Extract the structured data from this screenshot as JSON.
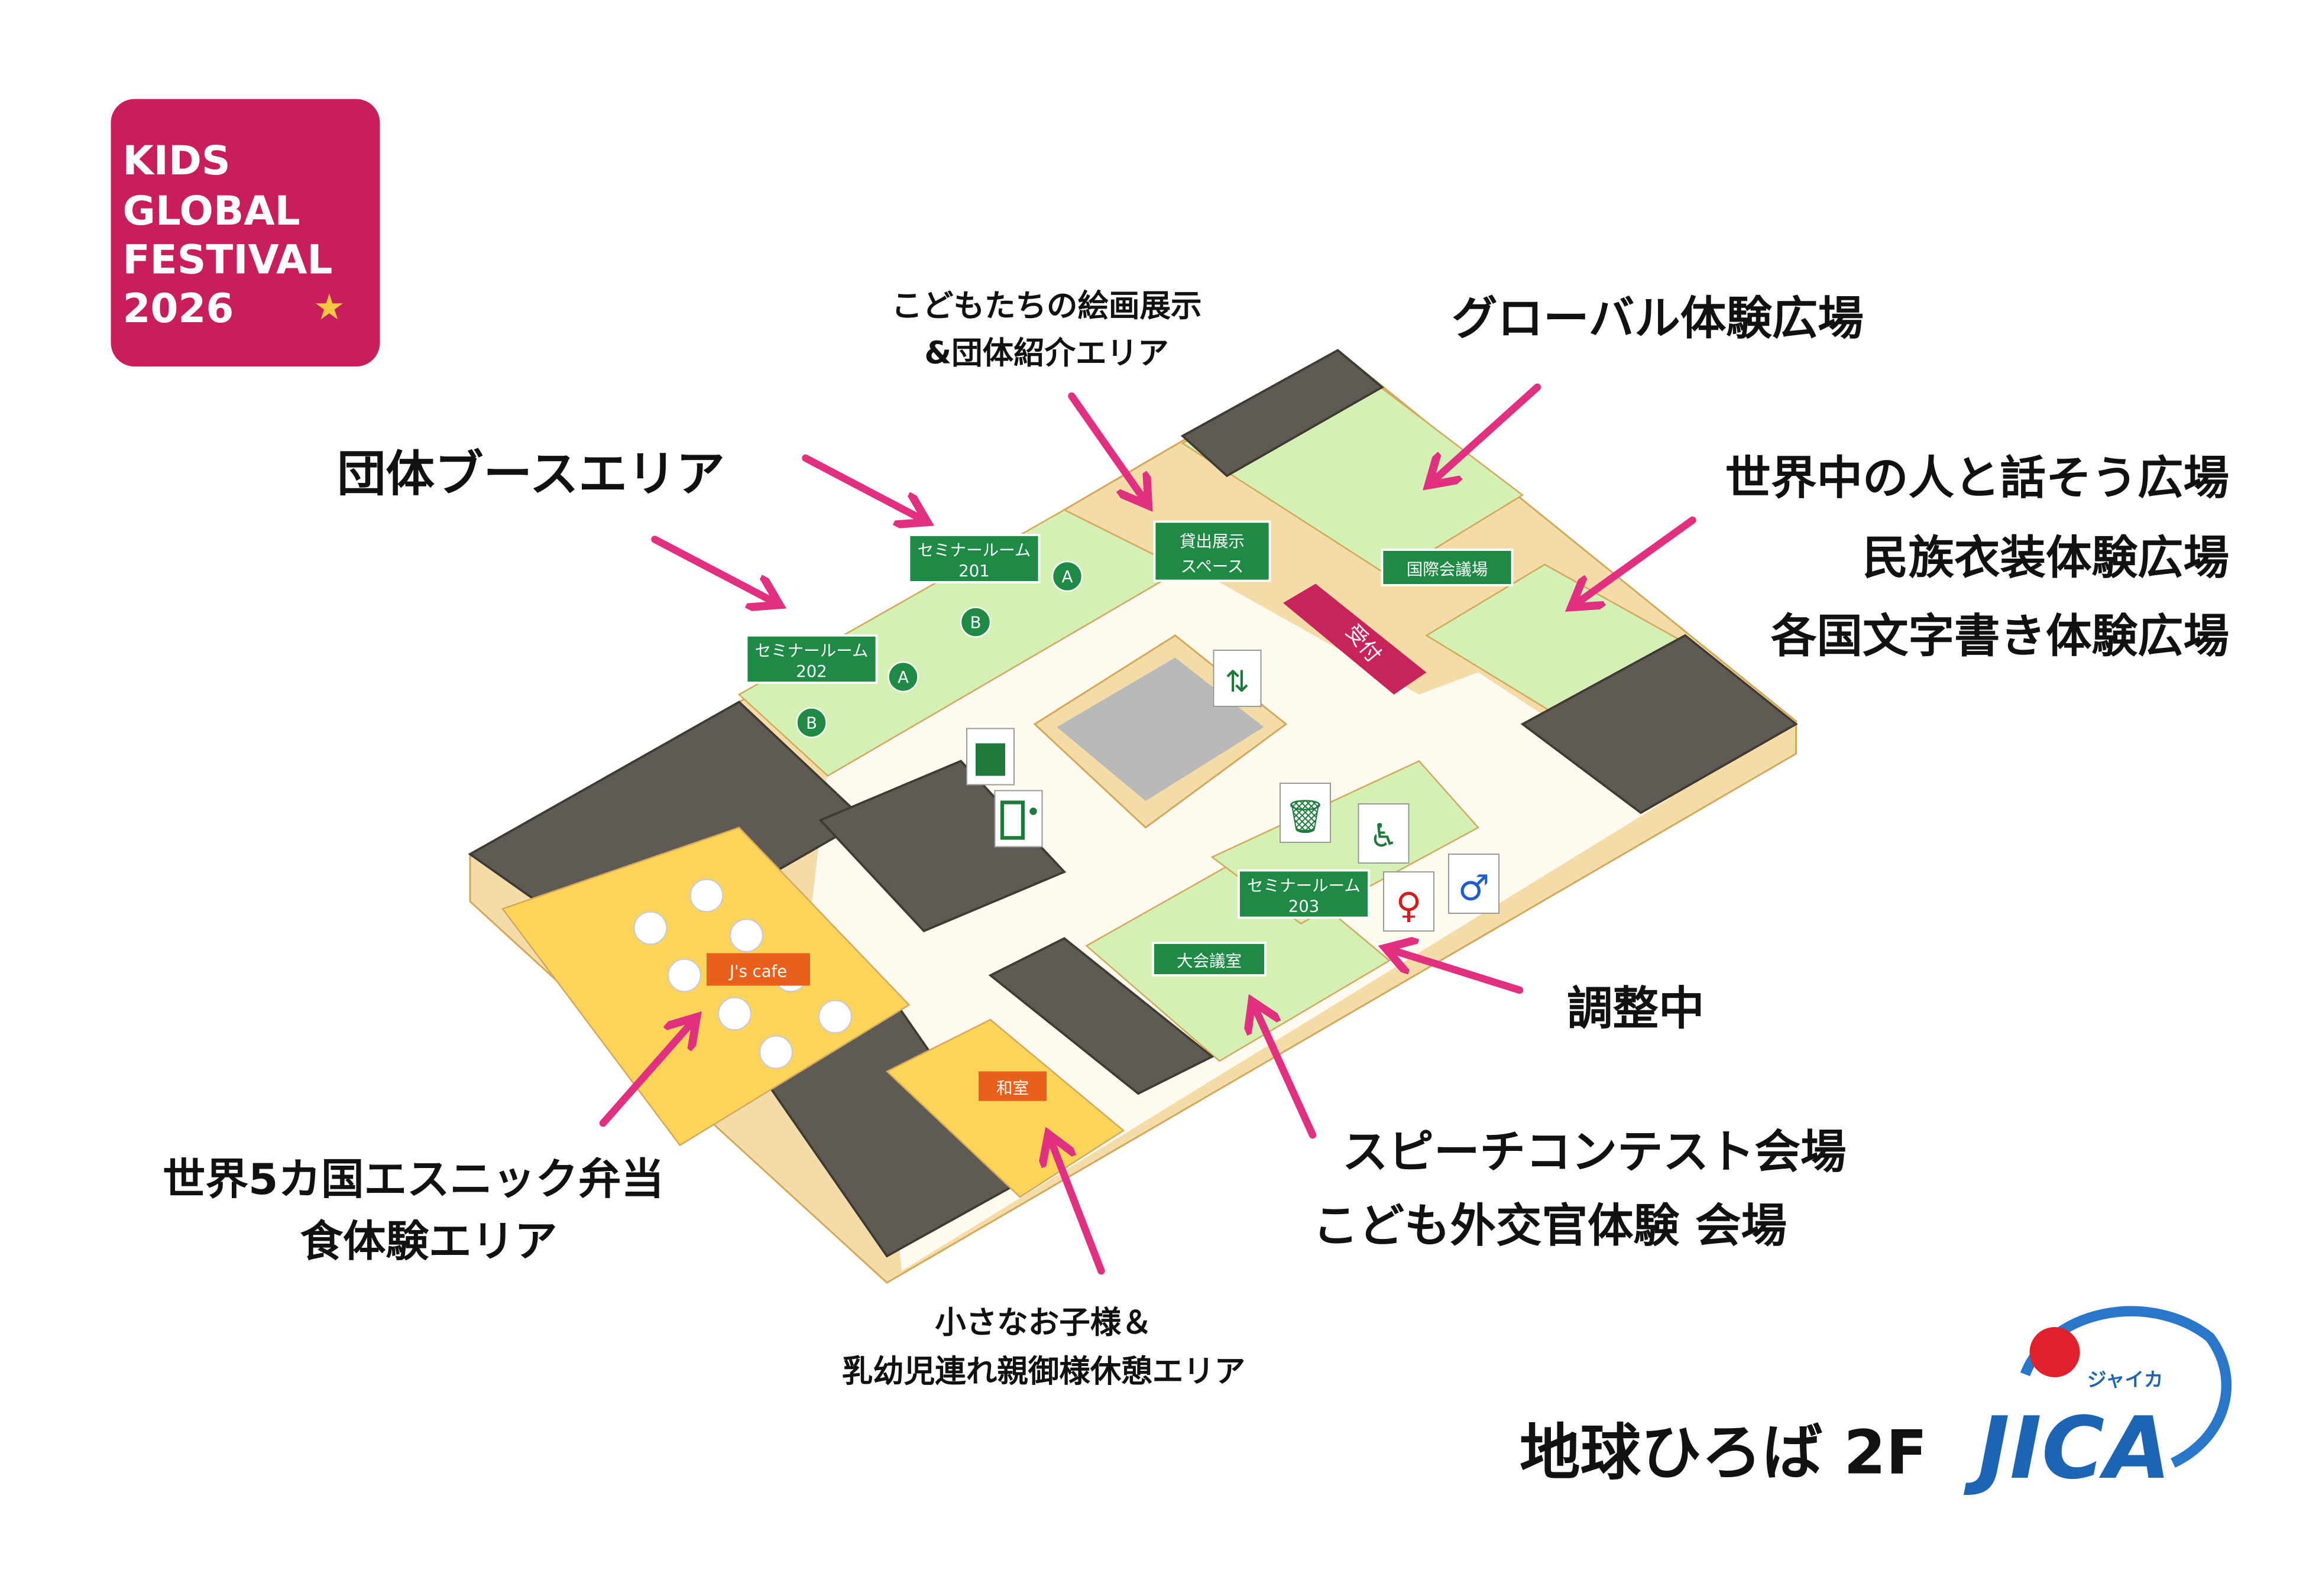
{
  "logo": {
    "lines": [
      "KIDS",
      "GLOBAL",
      "FESTIVAL",
      "2026"
    ],
    "color": "#c81e5b"
  },
  "rooms": {
    "seminar_201": {
      "name": "セミナールーム",
      "num": "201"
    },
    "seminar_202": {
      "name": "セミナールーム",
      "num": "202"
    },
    "seminar_203": {
      "name": "セミナールーム",
      "num": "203"
    },
    "rental_exhibit": {
      "line1": "貸出展示",
      "line2": "スペース"
    },
    "intl_conference": "国際会議場",
    "large_conference": "大会議室",
    "cafe": "J's cafe",
    "japanese_room": "和室",
    "reception": "受付",
    "zones": [
      "A",
      "B",
      "A",
      "B"
    ]
  },
  "callouts": {
    "booth_area": "団体ブースエリア",
    "children_art": [
      "こどもたちの絵画展示",
      "&団体紹介エリア"
    ],
    "global_experience": "グローバル体験広場",
    "world_plaza": [
      "世界中の人と話そう広場",
      "民族衣装体験広場",
      "各国文字書き体験広場"
    ],
    "adjusting": "調整中",
    "speech": [
      "スピーチコンテスト会場",
      "こども外交官体験 会場"
    ],
    "food": [
      "世界5カ国エスニック弁当",
      "食体験エリア"
    ],
    "rest_area": [
      "小さなお子様＆",
      "乳幼児連れ親御様休憩エリア"
    ]
  },
  "footer": {
    "floor_title": "地球ひろば 2F",
    "jica_logo": "JICA",
    "jica_kana": "ジャイカ"
  },
  "colors": {
    "arrow": "#e0307f",
    "room_tag": "#1e8a45",
    "cafe_tag": "#e8601c"
  }
}
